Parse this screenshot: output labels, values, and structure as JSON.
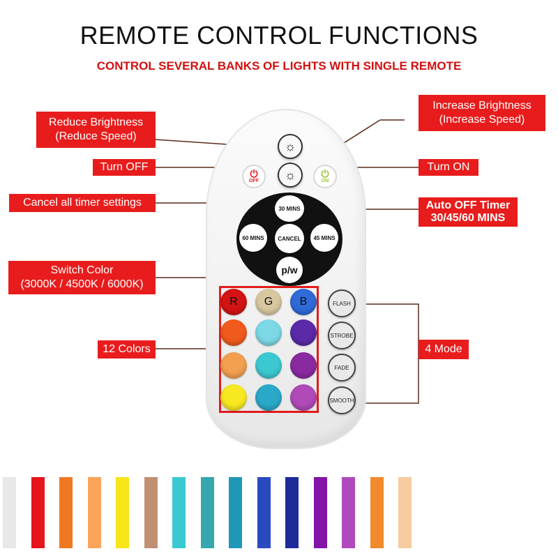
{
  "title": "REMOTE CONTROL FUNCTIONS",
  "subtitle": "CONTROL SEVERAL BANKS OF LIGHTS WITH SINGLE REMOTE",
  "labels": {
    "reduce_brightness": [
      "Reduce Brightness",
      "(Reduce Speed)"
    ],
    "increase_brightness": [
      "Increase Brightness",
      "(Increase Speed)"
    ],
    "turn_off": "Turn OFF",
    "turn_on": "Turn ON",
    "cancel_timer": "Cancel all timer settings",
    "auto_off": [
      "Auto OFF Timer",
      "30/45/60 MINS"
    ],
    "switch_color": [
      "Switch Color",
      "(3000K / 4500K / 6000K)"
    ],
    "colors_12": "12 Colors",
    "modes_4": "4 Mode"
  },
  "remote": {
    "off_text": "OFF",
    "on_text": "ON",
    "timer_30": "30 MINS",
    "timer_60": "60 MINS",
    "timer_45": "45 MINS",
    "cancel": "CANCEL",
    "pw": "p/w",
    "rgb": [
      "R",
      "G",
      "B"
    ],
    "color_buttons": [
      [
        "#d41414",
        "#d8c8a0",
        "#2f6ad8"
      ],
      [
        "#f05a1c",
        "#7cd8e6",
        "#5a2aa8"
      ],
      [
        "#f2a050",
        "#3cc8d0",
        "#8a2aa0"
      ],
      [
        "#f8e820",
        "#2aa8c8",
        "#b04ab8"
      ]
    ],
    "modes": [
      "FLASH",
      "STROBE",
      "FADE",
      "SMOOTH"
    ]
  },
  "color_strip": [
    "#e8e8e8",
    "#e5151b",
    "#f07823",
    "#fba45a",
    "#f8e61a",
    "#c09073",
    "#3ac9d3",
    "#35a7ad",
    "#1f97b6",
    "#2a4ac0",
    "#1e2a9a",
    "#8414a8",
    "#b049bd",
    "#f18a2b",
    "#f6cca0"
  ]
}
